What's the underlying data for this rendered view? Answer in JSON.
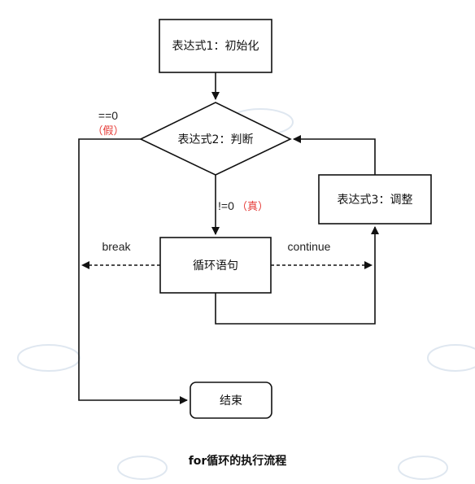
{
  "nodes": {
    "init": "表达式1：初始化",
    "condition": "表达式2：判断",
    "adjust": "表达式3：调整",
    "loop_body": "循环语句",
    "end": "结束"
  },
  "edges": {
    "false_value": "==0",
    "false_text": "（假）",
    "true_value": "!=0",
    "true_text": "（真）",
    "break": "break",
    "continue": "continue"
  },
  "caption": "for循环的执行流程",
  "colors": {
    "stroke": "#111111",
    "accent": "#e53935",
    "watermark": "#dfe7f0"
  }
}
